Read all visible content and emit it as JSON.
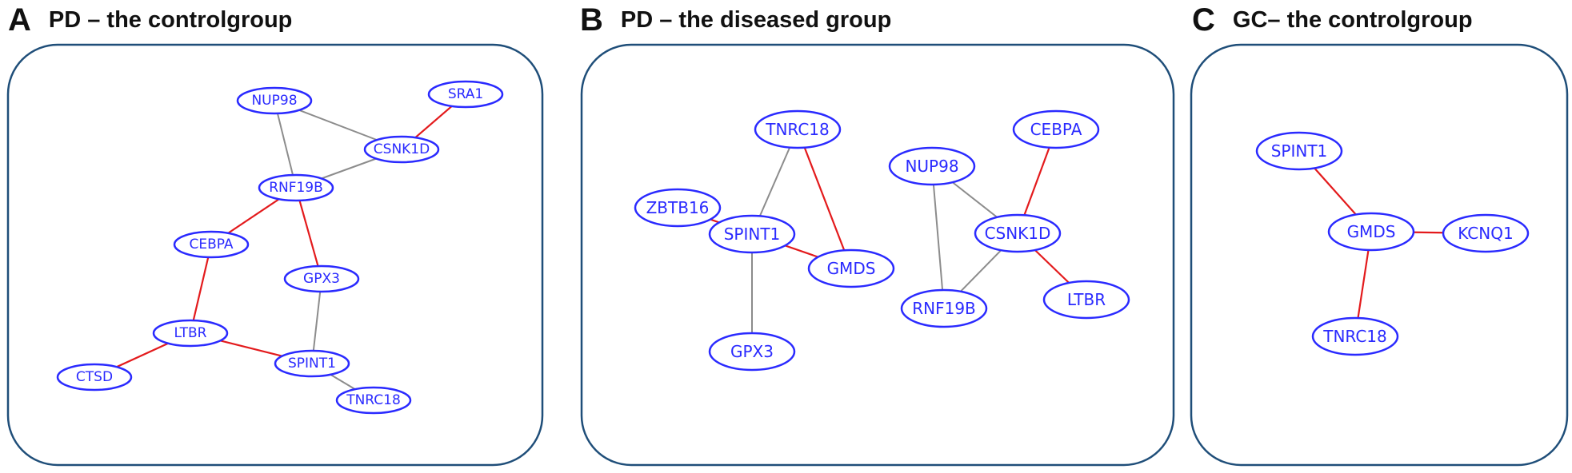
{
  "panels": [
    {
      "id": "a",
      "letter": "A",
      "title": "PD – the controlgroup",
      "nodes": [
        {
          "id": "NUP98",
          "label": "NUP98"
        },
        {
          "id": "SRA1",
          "label": "SRA1"
        },
        {
          "id": "CSNK1D",
          "label": "CSNK1D"
        },
        {
          "id": "RNF19B",
          "label": "RNF19B"
        },
        {
          "id": "CEBPA",
          "label": "CEBPA"
        },
        {
          "id": "GPX3",
          "label": "GPX3"
        },
        {
          "id": "LTBR",
          "label": "LTBR"
        },
        {
          "id": "SPINT1",
          "label": "SPINT1"
        },
        {
          "id": "CTSD",
          "label": "CTSD"
        },
        {
          "id": "TNRC18",
          "label": "TNRC18"
        }
      ],
      "edges": [
        {
          "from": "NUP98",
          "to": "CSNK1D",
          "type": "gray"
        },
        {
          "from": "NUP98",
          "to": "RNF19B",
          "type": "gray"
        },
        {
          "from": "SRA1",
          "to": "CSNK1D",
          "type": "red"
        },
        {
          "from": "CSNK1D",
          "to": "RNF19B",
          "type": "gray"
        },
        {
          "from": "RNF19B",
          "to": "CEBPA",
          "type": "red"
        },
        {
          "from": "RNF19B",
          "to": "GPX3",
          "type": "red"
        },
        {
          "from": "CEBPA",
          "to": "LTBR",
          "type": "red"
        },
        {
          "from": "GPX3",
          "to": "SPINT1",
          "type": "gray"
        },
        {
          "from": "LTBR",
          "to": "SPINT1",
          "type": "red"
        },
        {
          "from": "LTBR",
          "to": "CTSD",
          "type": "red"
        },
        {
          "from": "SPINT1",
          "to": "TNRC18",
          "type": "gray"
        }
      ]
    },
    {
      "id": "b",
      "letter": "B",
      "title": "PD – the diseased group",
      "nodes": [
        {
          "id": "TNRC18",
          "label": "TNRC18"
        },
        {
          "id": "ZBTB16",
          "label": "ZBTB16"
        },
        {
          "id": "SPINT1",
          "label": "SPINT1"
        },
        {
          "id": "GMDS",
          "label": "GMDS"
        },
        {
          "id": "GPX3",
          "label": "GPX3"
        },
        {
          "id": "NUP98",
          "label": "NUP98"
        },
        {
          "id": "CEBPA",
          "label": "CEBPA"
        },
        {
          "id": "CSNK1D",
          "label": "CSNK1D"
        },
        {
          "id": "RNF19B",
          "label": "RNF19B"
        },
        {
          "id": "LTBR",
          "label": "LTBR"
        }
      ],
      "edges": [
        {
          "from": "TNRC18",
          "to": "SPINT1",
          "type": "gray"
        },
        {
          "from": "TNRC18",
          "to": "GMDS",
          "type": "red"
        },
        {
          "from": "ZBTB16",
          "to": "SPINT1",
          "type": "red"
        },
        {
          "from": "SPINT1",
          "to": "GMDS",
          "type": "red"
        },
        {
          "from": "SPINT1",
          "to": "GPX3",
          "type": "gray"
        },
        {
          "from": "NUP98",
          "to": "CSNK1D",
          "type": "gray"
        },
        {
          "from": "NUP98",
          "to": "RNF19B",
          "type": "gray"
        },
        {
          "from": "CEBPA",
          "to": "CSNK1D",
          "type": "red"
        },
        {
          "from": "CSNK1D",
          "to": "RNF19B",
          "type": "gray"
        },
        {
          "from": "CSNK1D",
          "to": "LTBR",
          "type": "red"
        }
      ]
    },
    {
      "id": "c",
      "letter": "C",
      "title": "GC– the controlgroup",
      "nodes": [
        {
          "id": "SPINT1",
          "label": "SPINT1"
        },
        {
          "id": "GMDS",
          "label": "GMDS"
        },
        {
          "id": "KCNQ1",
          "label": "KCNQ1"
        },
        {
          "id": "TNRC18",
          "label": "TNRC18"
        }
      ],
      "edges": [
        {
          "from": "SPINT1",
          "to": "GMDS",
          "type": "red"
        },
        {
          "from": "GMDS",
          "to": "KCNQ1",
          "type": "red"
        },
        {
          "from": "GMDS",
          "to": "TNRC18",
          "type": "red"
        }
      ]
    }
  ],
  "colors": {
    "panel_border": "#1f4e79",
    "node_stroke": "#2a2aff",
    "node_text": "#2a2aff",
    "edge_red": "#e31a1c",
    "edge_gray": "#8c8c8c"
  }
}
